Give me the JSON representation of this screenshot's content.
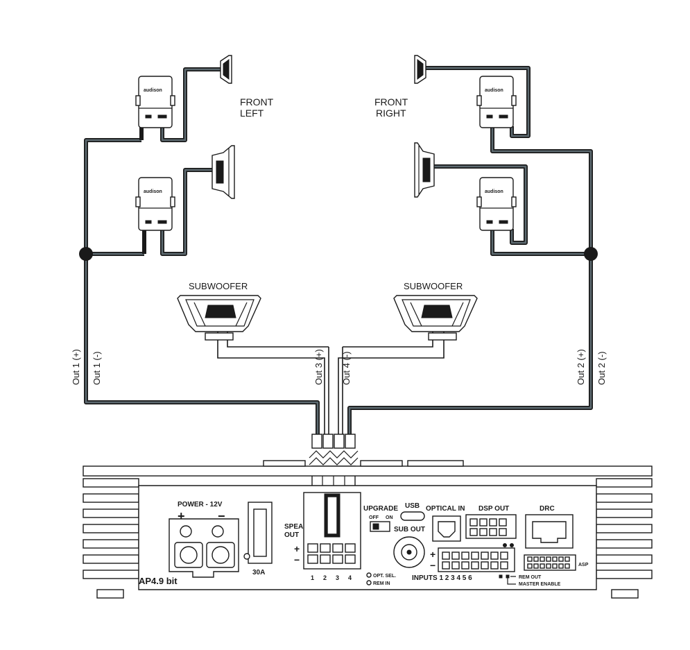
{
  "zones": {
    "front_left": [
      "FRONT",
      "LEFT"
    ],
    "front_right": [
      "FRONT",
      "RIGHT"
    ]
  },
  "subwoofers": {
    "left": "SUBWOOFER",
    "right": "SUBWOOFER"
  },
  "crossover": {
    "brand": "audison"
  },
  "outputs": {
    "out1_pos": "Out 1 (+)",
    "out1_neg": "Out 1 (-)",
    "out2_pos": "Out 2 (+)",
    "out2_neg": "Out 2 (-)",
    "out3_pos": "Out 3 (+)",
    "out4_neg": "Out 4 (-)"
  },
  "amplifier": {
    "model": "AP4.9 bit",
    "power_label": "POWER - 12V",
    "plus": "+",
    "minus": "−",
    "fuse": "30A",
    "speaker_out": [
      "SPEAK",
      "OUT"
    ],
    "speaker_plus": "+",
    "speaker_minus": "−",
    "channels": [
      "1",
      "2",
      "3",
      "4"
    ],
    "upgrade": "UPGRADE",
    "upgrade_off": "OFF",
    "upgrade_on": "ON",
    "opt_sel": "OPT. SEL.",
    "rem_in": "REM IN",
    "usb": "USB",
    "sub_out": "SUB OUT",
    "optical_in": "OPTICAL IN",
    "dsp_out": "DSP OUT",
    "inputs_plus": "+",
    "inputs_minus": "−",
    "inputs": "INPUTS 1 2 3 4 5 6",
    "drc": "DRC",
    "rem_out": "REM OUT",
    "master_enable": "MASTER ENABLE",
    "asp": "ASP"
  }
}
